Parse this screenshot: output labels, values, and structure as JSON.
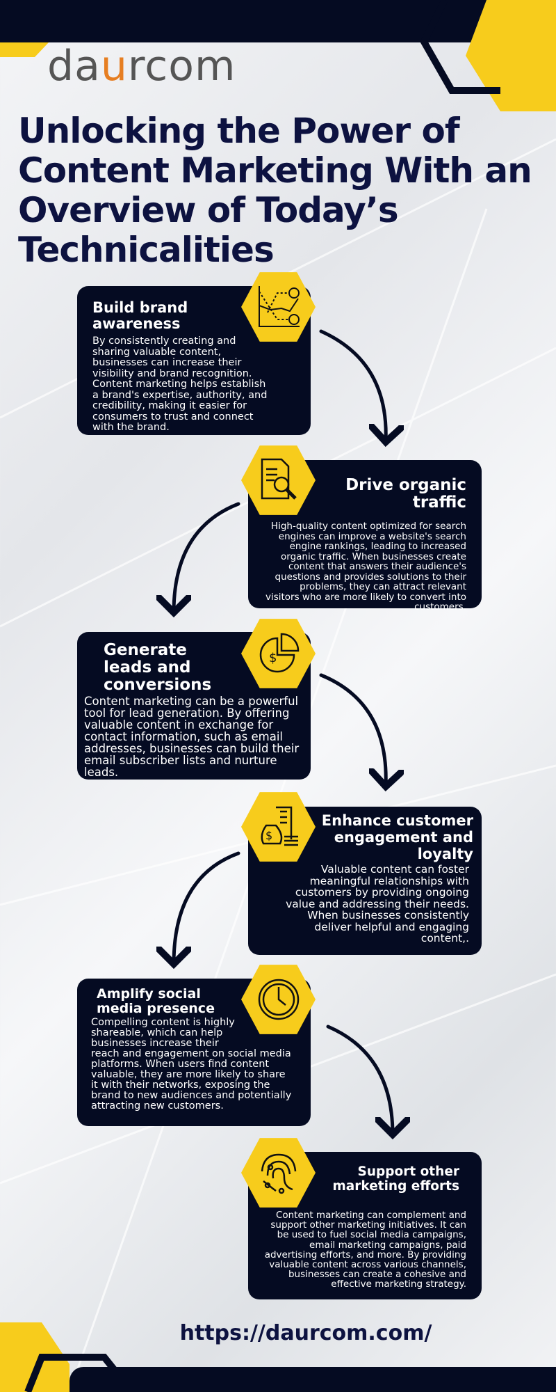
{
  "logo": {
    "prefix": "da",
    "accent": "u",
    "suffix": "rcom"
  },
  "title": [
    "Unlocking the Power of",
    "Content Marketing With an",
    "Overview of Today’s",
    "Technicalities"
  ],
  "cards": [
    {
      "title": "Build brand awareness",
      "body": "By consistently creating and sharing valuable content, businesses can increase their visibility and brand recognition. Content marketing helps establish a brand's expertise, authority, and credibility, making it easier for consumers to trust and connect with the brand.",
      "icon": "chart-question-icon"
    },
    {
      "title": "Drive organic traffic",
      "body": "High-quality content optimized for search engines can improve a website's search engine rankings, leading to increased organic traffic. When businesses create content that answers their audience's questions and provides solutions to their problems, they can attract relevant visitors who are more likely to convert into customers.",
      "icon": "document-search-icon"
    },
    {
      "title": "Generate leads and conversions",
      "body": "Content marketing can be a powerful tool for lead generation. By offering valuable content in exchange for contact information, such as email addresses, businesses can build their email subscriber lists and nurture leads.",
      "icon": "pie-chart-dollar-icon"
    },
    {
      "title": "Enhance customer engagement and loyalty",
      "body": "Valuable content can foster meaningful relationships with customers by providing ongoing value and addressing their needs. When businesses consistently deliver helpful and engaging content,.",
      "icon": "money-bag-building-icon"
    },
    {
      "title": "Amplify social media presence",
      "body": "Compelling content is highly shareable, which can help businesses increase their reach and engagement on social media platforms. When users find content valuable, they are more likely to share it with their networks, exposing the brand to new audiences and potentially attracting new customers.",
      "icon": "clock-icon"
    },
    {
      "title": "Support other marketing efforts",
      "body": "Content marketing can complement and support other marketing initiatives. It can be used to fuel social media campaigns, email marketing campaigns, paid advertising efforts, and more. By providing valuable content across various channels, businesses can create a cohesive and effective marketing strategy.",
      "icon": "fingerprint-icon"
    }
  ],
  "url": "https://daurcom.com/",
  "colors": {
    "navy": "#050b22",
    "yellow": "#f7cc1c",
    "title": "#0d1240"
  }
}
